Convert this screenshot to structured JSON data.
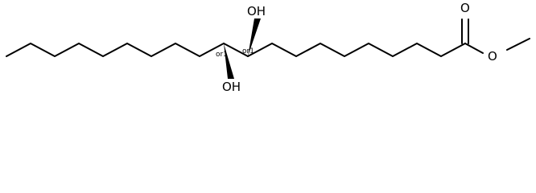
{
  "molecule": {
    "atoms": {
      "hydroxyl_top": "OH",
      "hydroxyl_bottom": "OH",
      "carbonyl_oxygen": "O",
      "ester_oxygen": "O"
    },
    "stereo_labels": {
      "left_center": "or1",
      "right_center": "or1"
    },
    "colors": {
      "bond": "#000000",
      "text": "#000000",
      "background": "#ffffff"
    }
  }
}
